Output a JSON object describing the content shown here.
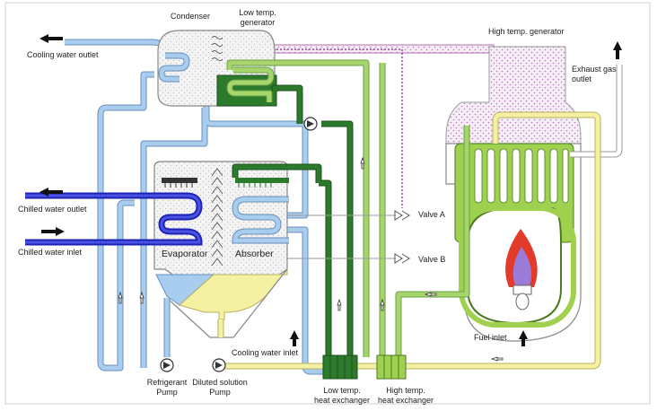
{
  "labels": {
    "condenser": "Condenser",
    "low_temp_generator": "Low temp.\ngenerator",
    "high_temp_generator": "High temp. generator",
    "cooling_water_outlet": "Cooling water outlet",
    "exhaust_gas_outlet": "Exhaust gas\noutlet",
    "chilled_water_outlet": "Chilled water outlet",
    "chilled_water_inlet": "Chilled water inlet",
    "evaporator": "Evaporator",
    "absorber": "Absorber",
    "valve_a": "Valve A",
    "valve_b": "Valve B",
    "fuel_inlet": "Fuel inlet",
    "cooling_water_inlet": "Cooling water inlet",
    "refrigerant_pump": "Refrigerant\nPump",
    "diluted_solution_pump": "Diluted solution\nPump",
    "low_temp_heat_exchanger": "Low temp.\nheat exchanger",
    "high_temp_heat_exchanger": "High temp.\nheat exchanger"
  },
  "colors": {
    "cooling_water": "#9fc3e6",
    "chilled_water": "#1c22b8",
    "dilute_solution": "#f4f2a2",
    "medium_solution": "#9ccc4e",
    "strong_solution": "#2c7a2c",
    "vapor_pink": "#b85cb8",
    "vessel_fill": "#f2f2f2",
    "flame_outer": "#e23b2a",
    "flame_inner": "#9a7cd8"
  }
}
